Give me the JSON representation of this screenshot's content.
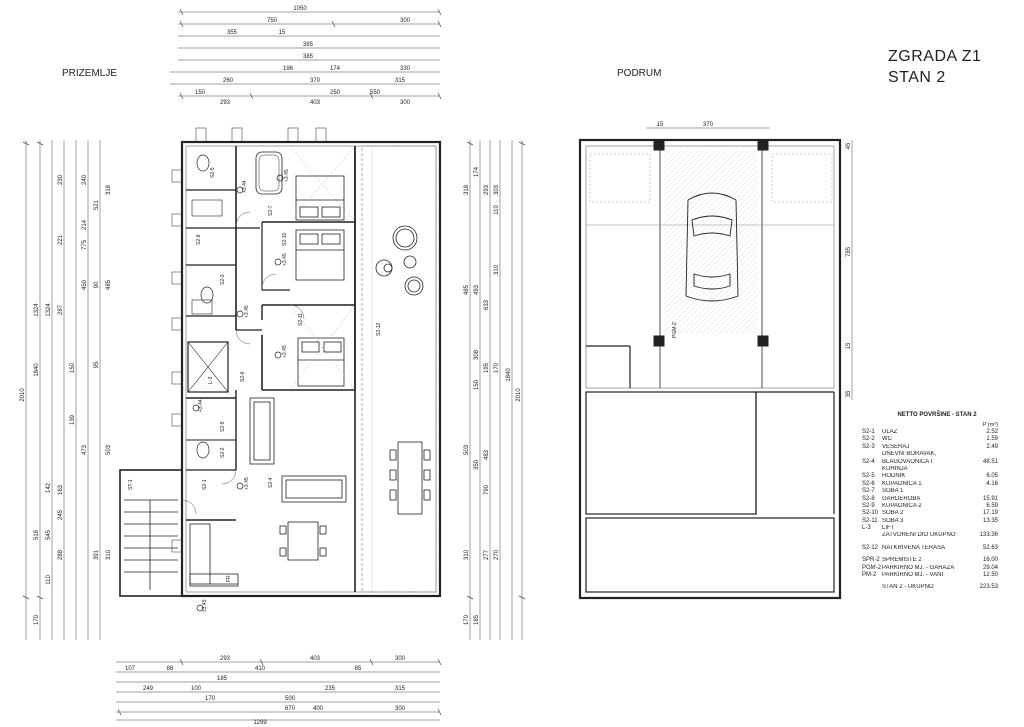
{
  "title": {
    "line1": "ZGRADA Z1",
    "line2": "STAN 2"
  },
  "labels": {
    "ground_floor": "PRIZEMLJE",
    "basement": "PODRUM"
  },
  "table": {
    "heading": "NETTO POVRŠINE - STAN 2",
    "unit": "P (m²)",
    "rows": [
      {
        "code": "S2-1",
        "name": "ULAZ",
        "area": "2.52"
      },
      {
        "code": "S2-2",
        "name": "WC",
        "area": "1.59"
      },
      {
        "code": "S2-3",
        "name": "VEŠERAJ",
        "area": "2.49"
      },
      {
        "code": "",
        "name": "DNEVNI BORAVAK,",
        "area": ""
      },
      {
        "code": "S2-4",
        "name": "BLAGOVAONICA I",
        "area": "48.51"
      },
      {
        "code": "",
        "name": "KUHINJA",
        "area": ""
      },
      {
        "code": "S2-5",
        "name": "HODNIK",
        "area": "6.05"
      },
      {
        "code": "S2-6",
        "name": "KUPAONICA 1",
        "area": "4.16"
      },
      {
        "code": "S2-7",
        "name": "SOBA 1",
        "area": ""
      },
      {
        "code": "S2-8",
        "name": "GARDEROBA",
        "area": "15.91"
      },
      {
        "code": "S2-9",
        "name": "KUPAONICA 2",
        "area": "6.59"
      },
      {
        "code": "S2-10",
        "name": "SOBA 2",
        "area": "17.19"
      },
      {
        "code": "S2-11",
        "name": "SOBA 3",
        "area": "13.35"
      },
      {
        "code": "L-3",
        "name": "LIFT",
        "area": ""
      },
      {
        "code": "",
        "name": "ZATVORENI DIO UKUPNO",
        "area": "133.36"
      },
      {
        "code": "S2-12",
        "name": "NATKRIVENA TERASA",
        "area": "52.63",
        "gap": true
      },
      {
        "code": "SPR-2",
        "name": "SPREMIŠTE 2",
        "area": "16.00",
        "gap": true
      },
      {
        "code": "PGM-2",
        "name": "PARKIRNO MJ. - GARAŽA",
        "area": "29.04"
      },
      {
        "code": "PM-2",
        "name": "PARKIRNO MJ. - VANI",
        "area": "12.50"
      },
      {
        "code": "",
        "name": "STAN 2 - UKUPNO",
        "area": "223.53",
        "gap": true
      }
    ]
  },
  "dims": {
    "top": [
      "1050",
      "750",
      "300",
      "355",
      "15",
      "385",
      "385",
      "196",
      "174",
      "330",
      "370",
      "315",
      "260",
      "150",
      "250",
      "550",
      "300",
      "293",
      "403",
      "300"
    ],
    "bottom": [
      "293",
      "403",
      "300",
      "410",
      "85",
      "107",
      "88",
      "185",
      "100",
      "235",
      "315",
      "249",
      "170",
      "500",
      "400",
      "1299",
      "670",
      "300"
    ],
    "left": [
      "2010",
      "1840",
      "1324",
      "1324",
      "775",
      "521",
      "318",
      "485",
      "450",
      "287",
      "139",
      "473",
      "503",
      "516",
      "545",
      "142",
      "310",
      "391",
      "288",
      "245",
      "163",
      "110",
      "170",
      "150",
      "230",
      "240",
      "214",
      "221",
      "95",
      "90"
    ],
    "right": [
      "318",
      "303",
      "485",
      "493",
      "633",
      "310",
      "293",
      "174",
      "170",
      "503",
      "483",
      "350",
      "790",
      "2010",
      "1840",
      "310",
      "277",
      "270",
      "185",
      "170",
      "308",
      "195",
      "150",
      "110"
    ],
    "basement": [
      "370",
      "15",
      "785",
      "45",
      "35",
      "15"
    ]
  },
  "room_labels": [
    "S2-1",
    "S2-2",
    "S2-3",
    "S2-4",
    "S2-5",
    "S2-6",
    "S2-7",
    "S2-8",
    "S2-9",
    "S2-10",
    "S2-11",
    "S2-12",
    "L-3",
    "ST-1",
    "PGM-2",
    "FR"
  ],
  "levels": [
    "+3.44",
    "+3.45",
    "±3.45"
  ]
}
